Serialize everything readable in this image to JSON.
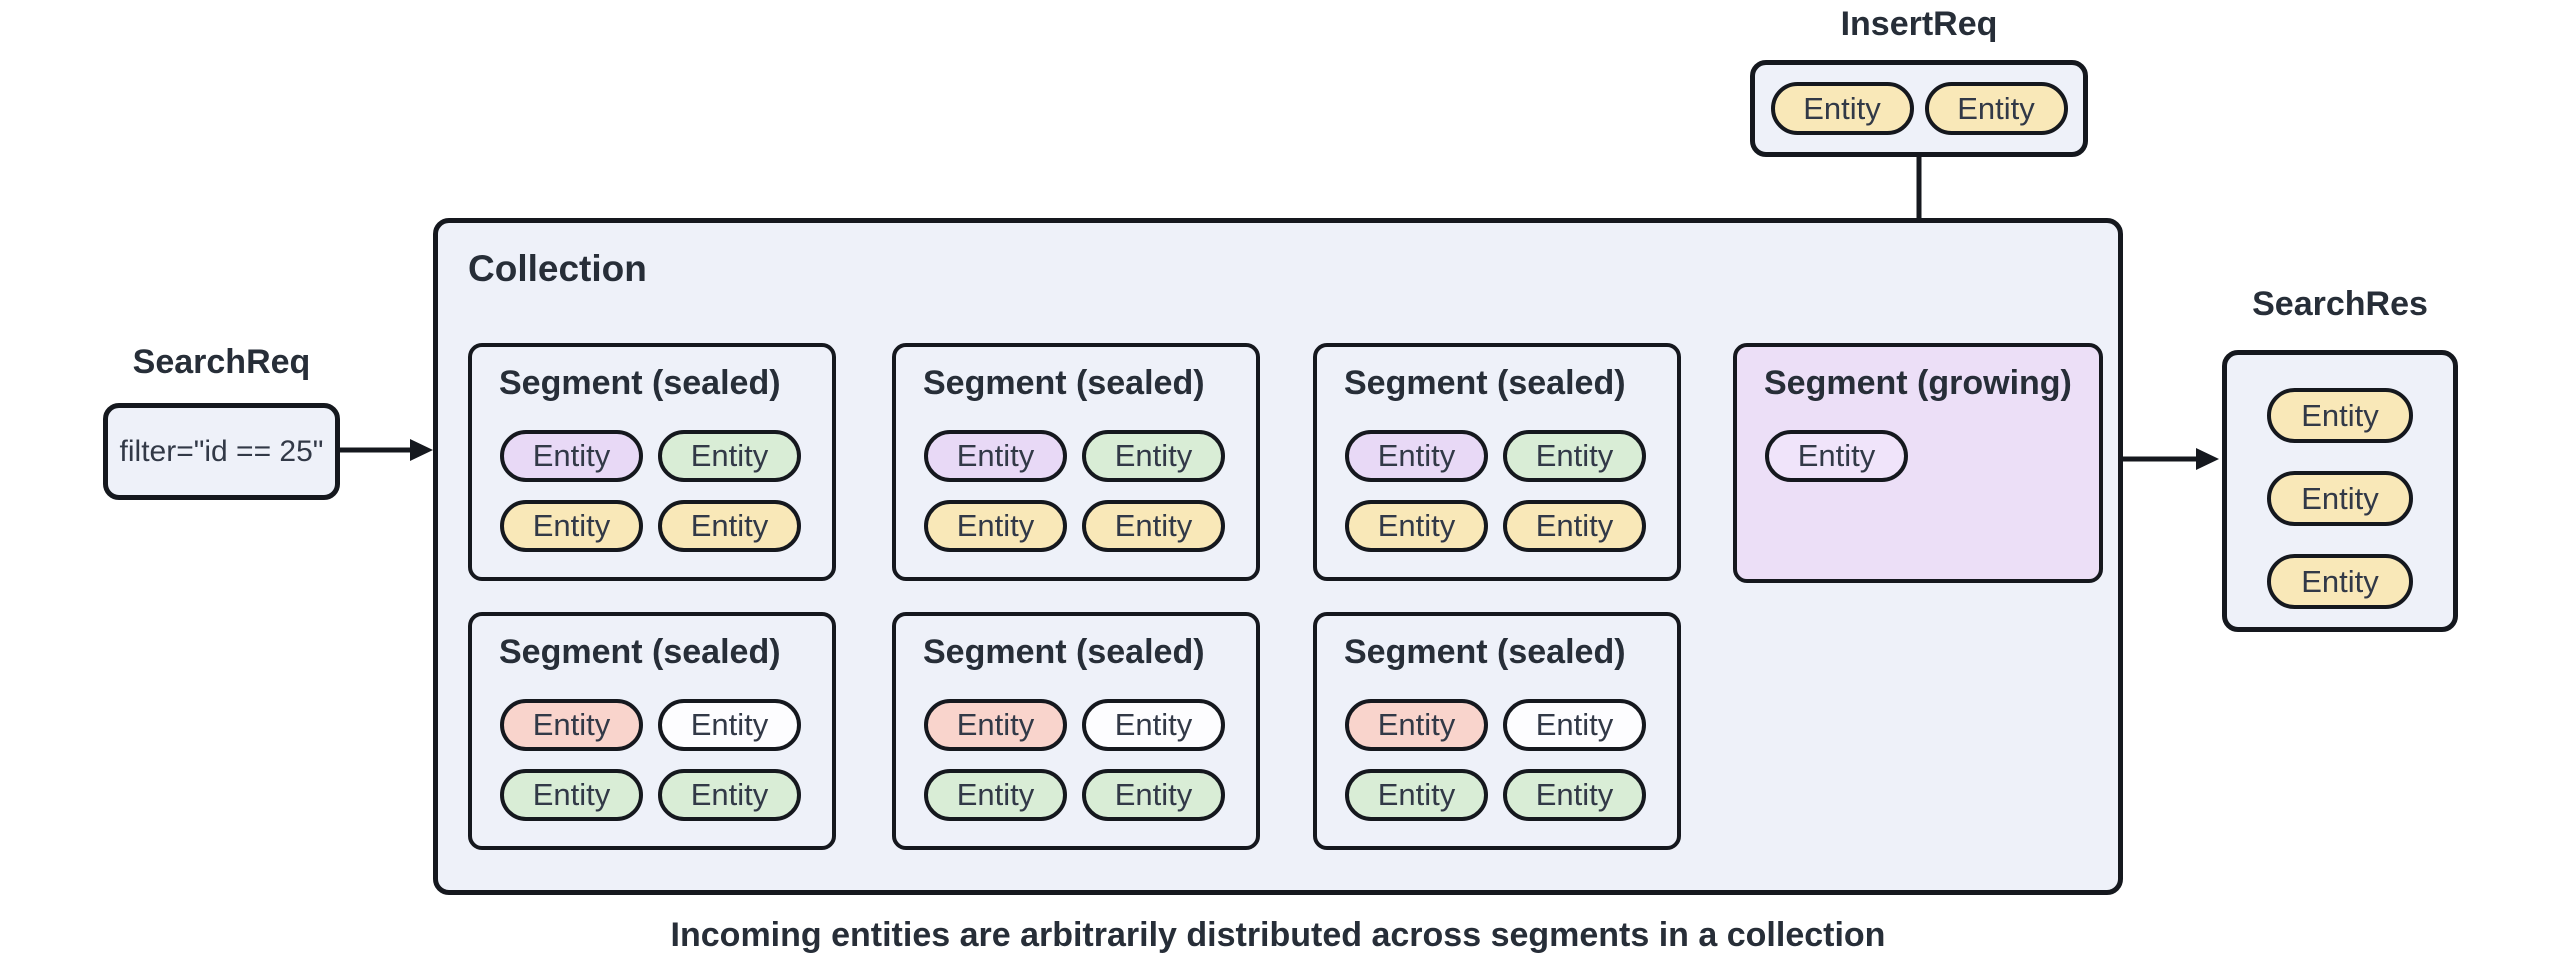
{
  "caption": "Incoming entities are arbitrarily distributed across segments in a collection",
  "search_req": {
    "label": "SearchReq",
    "filter": "filter=\"id == 25\""
  },
  "insert_req": {
    "label": "InsertReq",
    "entities": [
      {
        "label": "Entity",
        "fill": "yellow"
      },
      {
        "label": "Entity",
        "fill": "yellow"
      }
    ]
  },
  "search_res": {
    "label": "SearchRes",
    "entities": [
      {
        "label": "Entity",
        "fill": "yellow"
      },
      {
        "label": "Entity",
        "fill": "yellow"
      },
      {
        "label": "Entity",
        "fill": "yellow"
      }
    ]
  },
  "collection": {
    "title": "Collection",
    "segments": [
      {
        "title": "Segment (sealed)",
        "state": "sealed",
        "entities": [
          {
            "label": "Entity",
            "fill": "purple"
          },
          {
            "label": "Entity",
            "fill": "green"
          },
          {
            "label": "Entity",
            "fill": "yellow"
          },
          {
            "label": "Entity",
            "fill": "yellow"
          }
        ]
      },
      {
        "title": "Segment (sealed)",
        "state": "sealed",
        "entities": [
          {
            "label": "Entity",
            "fill": "purple"
          },
          {
            "label": "Entity",
            "fill": "green"
          },
          {
            "label": "Entity",
            "fill": "yellow"
          },
          {
            "label": "Entity",
            "fill": "yellow"
          }
        ]
      },
      {
        "title": "Segment (sealed)",
        "state": "sealed",
        "entities": [
          {
            "label": "Entity",
            "fill": "purple"
          },
          {
            "label": "Entity",
            "fill": "green"
          },
          {
            "label": "Entity",
            "fill": "yellow"
          },
          {
            "label": "Entity",
            "fill": "yellow"
          }
        ]
      },
      {
        "title": "Segment (growing)",
        "state": "growing",
        "entities": [
          {
            "label": "Entity",
            "fill": "lavender"
          }
        ]
      },
      {
        "title": "Segment (sealed)",
        "state": "sealed",
        "entities": [
          {
            "label": "Entity",
            "fill": "pink"
          },
          {
            "label": "Entity",
            "fill": "white"
          },
          {
            "label": "Entity",
            "fill": "green"
          },
          {
            "label": "Entity",
            "fill": "green"
          }
        ]
      },
      {
        "title": "Segment (sealed)",
        "state": "sealed",
        "entities": [
          {
            "label": "Entity",
            "fill": "pink"
          },
          {
            "label": "Entity",
            "fill": "white"
          },
          {
            "label": "Entity",
            "fill": "green"
          },
          {
            "label": "Entity",
            "fill": "green"
          }
        ]
      },
      {
        "title": "Segment (sealed)",
        "state": "sealed",
        "entities": [
          {
            "label": "Entity",
            "fill": "pink"
          },
          {
            "label": "Entity",
            "fill": "white"
          },
          {
            "label": "Entity",
            "fill": "green"
          },
          {
            "label": "Entity",
            "fill": "green"
          }
        ]
      }
    ]
  },
  "colors": {
    "panel_bg": "#eef1f9",
    "growing_bg": "#ecdff7",
    "border": "#15181e",
    "text": "#323947",
    "entity_yellow": "#f9e8b8",
    "entity_purple": "#e8d9f6",
    "entity_green": "#d9edd6",
    "entity_pink": "#f9d4cc",
    "entity_white": "#fdfdff",
    "entity_lavender": "#f0e4fa"
  }
}
